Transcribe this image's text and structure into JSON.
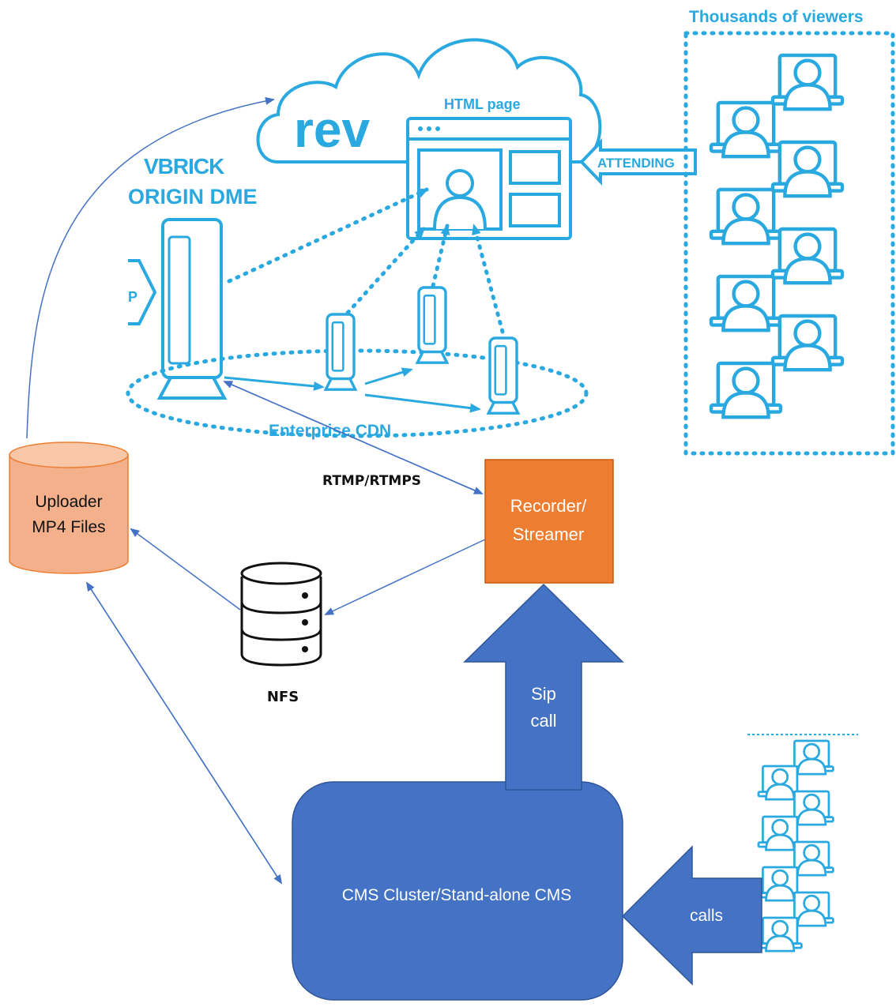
{
  "colors": {
    "vbrick_blue": "#29a9e0",
    "connector_blue": "#4472c4",
    "cms_fill": "#4472c4",
    "recorder_fill": "#ed7d31",
    "uploader_fill": "#f4b08a",
    "uploader_stroke": "#ed7d31",
    "text_dark": "#111111",
    "text_white": "#ffffff"
  },
  "labels": {
    "thousands_of_viewers": "Thousands of viewers",
    "html_page": "HTML page",
    "rev_logo": "rev",
    "vbrick_logo": "VBRICK",
    "origin_dme": "ORIGIN DME",
    "attending": "ATTENDING",
    "enterprise_cdn": "Enterprise CDN",
    "rtmp": "RTMP/RTMPS",
    "nfs": "NFS",
    "uploader_line1": "Uploader",
    "uploader_line2": "MP4 Files",
    "recorder_line1": "Recorder/",
    "recorder_line2": "Streamer",
    "sip_line1": "Sip",
    "sip_line2": "call",
    "cms": "CMS Cluster/Stand-alone CMS",
    "calls": "calls"
  },
  "icons": [
    "cloud-icon",
    "browser-window-icon",
    "media-engine-icon",
    "viewer-laptop-icon",
    "database-server-icon",
    "cylinder-storage-icon"
  ]
}
